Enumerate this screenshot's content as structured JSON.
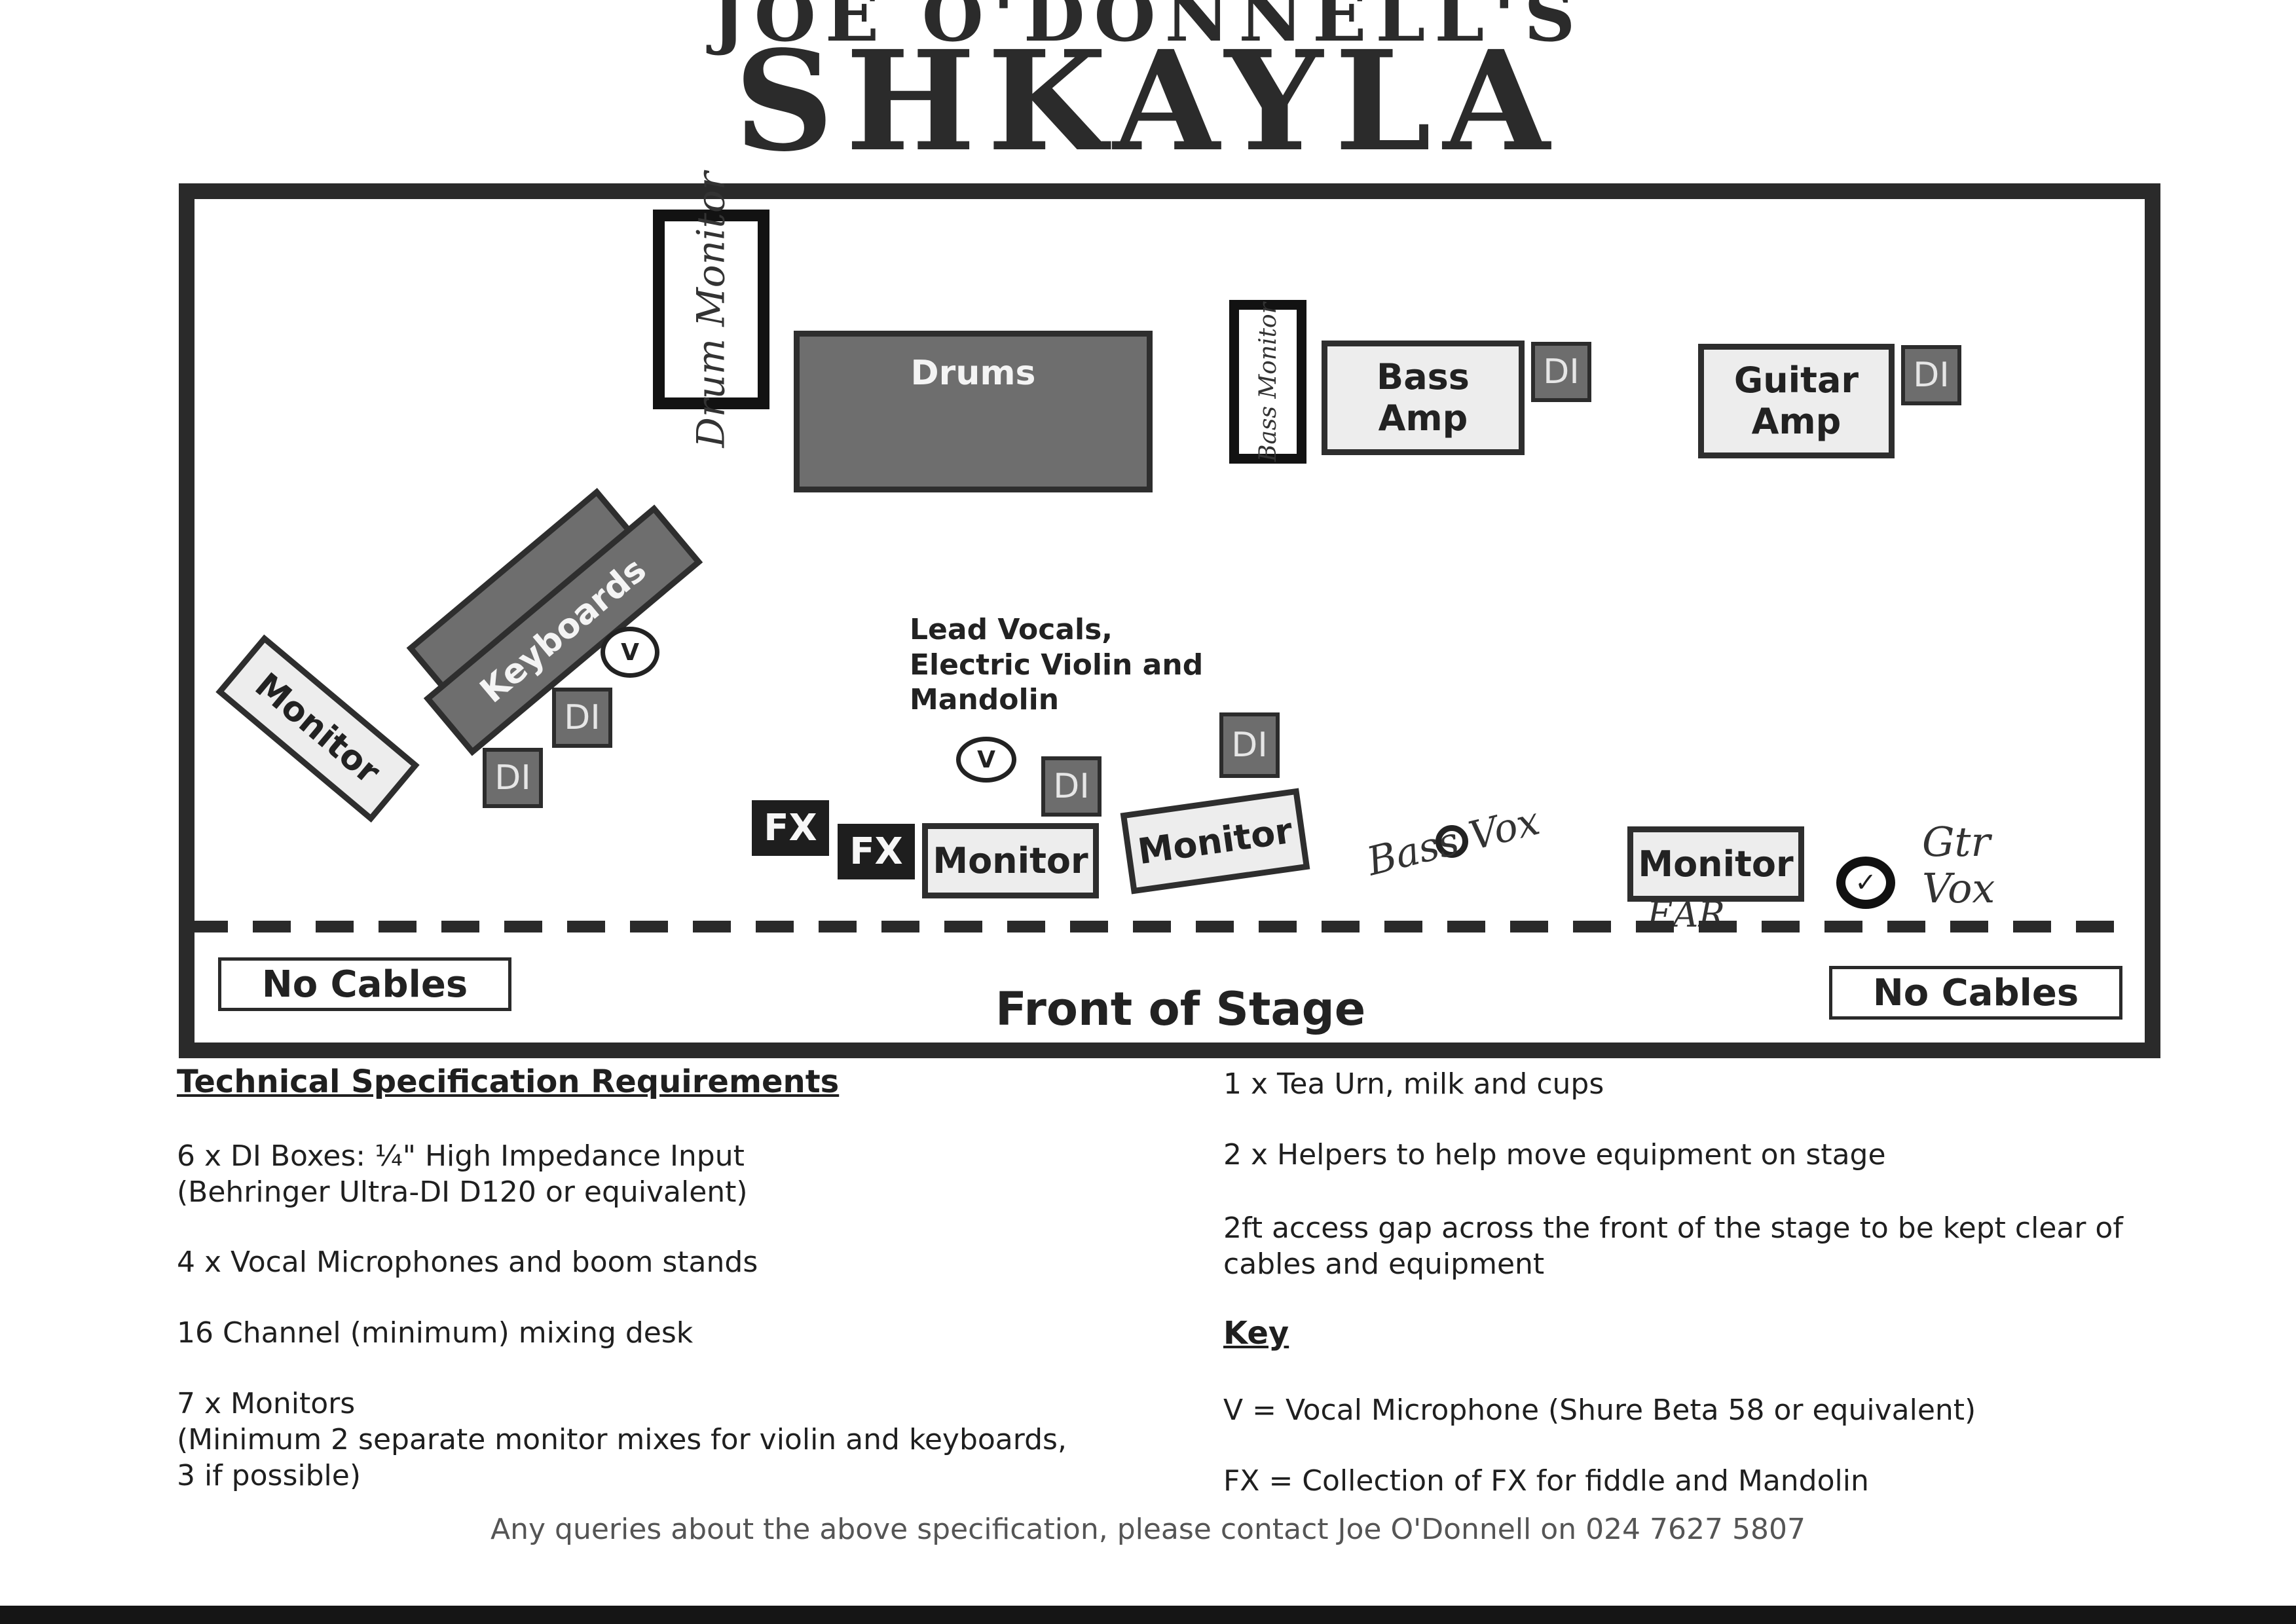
{
  "header": {
    "subtitle": "JOE O'DONNELL'S",
    "title": "SHKAYLA"
  },
  "stage": {
    "drums": "Drums",
    "drum_monitor": "Drum Monitor",
    "bass_monitor": "Bass Monitor",
    "bass_amp": "Bass\nAmp",
    "guitar_amp": "Guitar\nAmp",
    "keyboards": "Keyboards",
    "monitor_label": "Monitor",
    "di_label": "DI",
    "fx_label": "FX",
    "vocal_mic": "V",
    "lead_vocals_note": "Lead Vocals,\nElectric Violin and\nMandolin",
    "bass_vox": "Bass Vox",
    "ear": "EAR",
    "gtr_vox": "Gtr\nVox",
    "no_cables": "No Cables",
    "front_of_stage": "Front of Stage"
  },
  "spec_left": {
    "heading": "Technical Specification Requirements",
    "items": [
      "6 x DI Boxes: ¼\" High Impedance Input\n(Behringer Ultra-DI D120 or equivalent)",
      "4 x Vocal Microphones and boom stands",
      "16 Channel (minimum) mixing desk",
      "7 x Monitors\n(Minimum 2 separate monitor mixes for violin and keyboards,\n3 if possible)"
    ]
  },
  "spec_right": {
    "items": [
      "1 x Tea Urn, milk and cups",
      "2 x Helpers to help move equipment on stage",
      "2ft access gap across the front of the stage to be kept clear of\ncables and equipment"
    ],
    "key_heading": "Key",
    "key_items": [
      "V = Vocal Microphone (Shure Beta 58 or equivalent)",
      "FX = Collection of FX for fiddle and Mandolin"
    ]
  },
  "contact": "Any queries about the above specification, please contact Joe O'Donnell on 024 7627 5807"
}
